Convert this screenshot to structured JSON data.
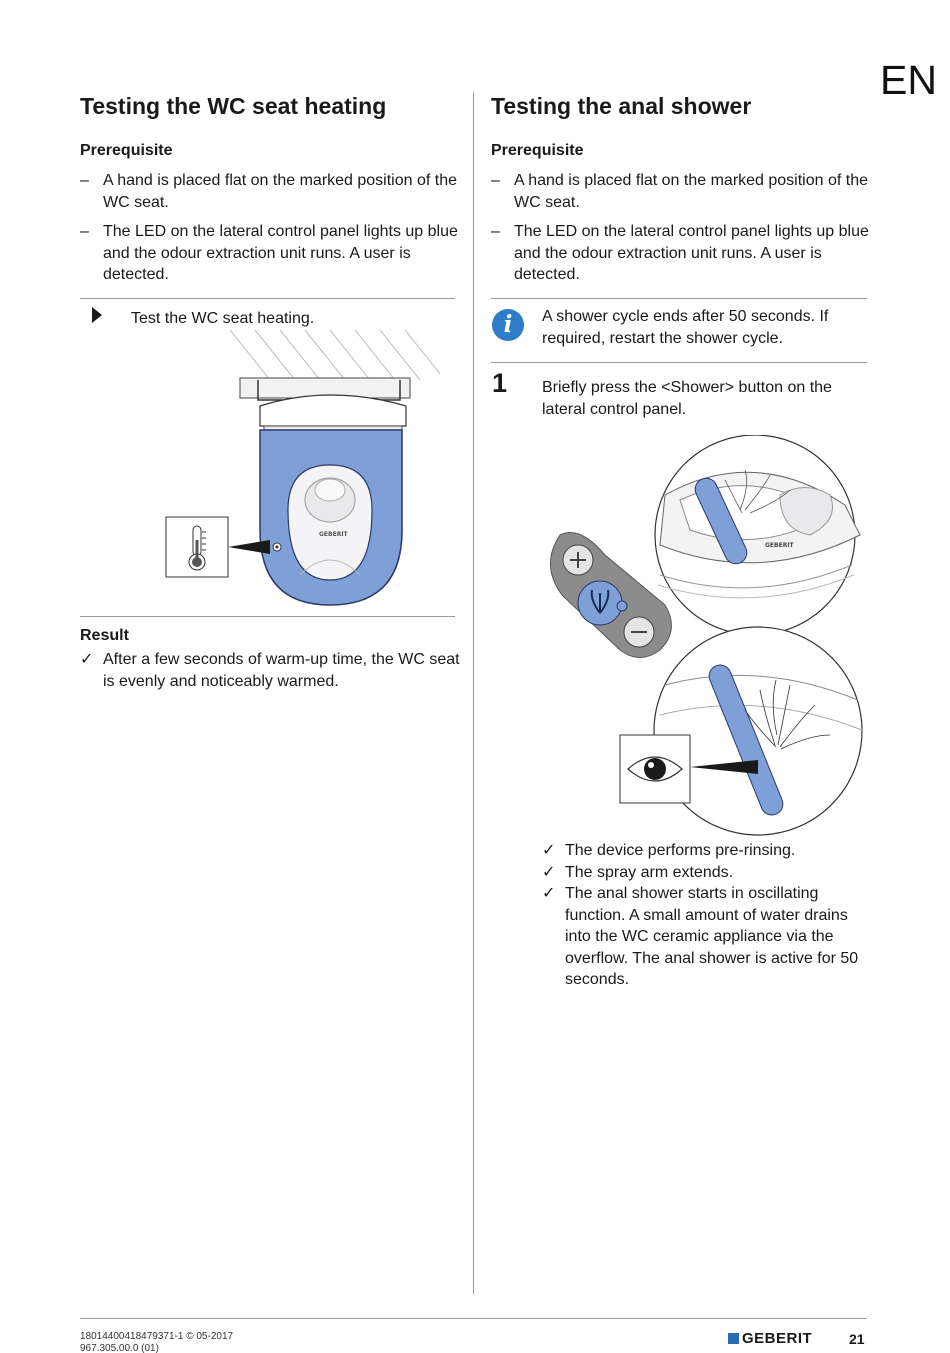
{
  "page": {
    "language_tag": "EN",
    "page_number": "21",
    "doc_code": "18014400418479371-1 © 05-2017",
    "doc_code2": "967.305.00.0 (01)",
    "brand": "GEBERIT",
    "accent_color": "#2a6db5",
    "illustration_blue": "#7f9fd7"
  },
  "left": {
    "title": "Testing the WC seat heating",
    "prereq_heading": "Prerequisite",
    "prereq_items": [
      {
        "marker": "–",
        "text": "A hand is placed flat on the marked position of the WC seat."
      },
      {
        "marker": "–",
        "text": "The LED on the lateral control panel lights up blue and the odour extraction unit runs. A user is detected."
      }
    ],
    "action_icon": "triangle-right-icon",
    "action_text": "Test the WC seat heating.",
    "illustration_brand": "GEBERIT",
    "result_heading": "Result",
    "result_items": [
      {
        "marker": "✓",
        "text": "After a few seconds of warm-up time, the WC seat is evenly and noticeably warmed."
      }
    ]
  },
  "right": {
    "title": "Testing the anal shower",
    "prereq_heading": "Prerequisite",
    "prereq_items": [
      {
        "marker": "–",
        "text": "A hand is placed flat on the marked position of the WC seat."
      },
      {
        "marker": "–",
        "text": "The LED on the lateral control panel lights up blue and the odour extraction unit runs. A user is detected."
      }
    ],
    "info_icon": "info-icon",
    "info_glyph": "i",
    "info_text": "A shower cycle ends after 50 seconds. If required, restart the shower cycle.",
    "step_number": "1",
    "step_text": "Briefly press the <Shower> button on the lateral control panel.",
    "illustration_brand": "GEBERIT",
    "result_items": [
      {
        "marker": "✓",
        "text": "The device performs pre-rinsing."
      },
      {
        "marker": "✓",
        "text": "The spray arm extends."
      },
      {
        "marker": "✓",
        "text": "The anal shower starts in oscillating function. A small amount of water drains into the WC ceramic appliance via the overflow. The anal shower is active for 50 seconds."
      }
    ]
  }
}
